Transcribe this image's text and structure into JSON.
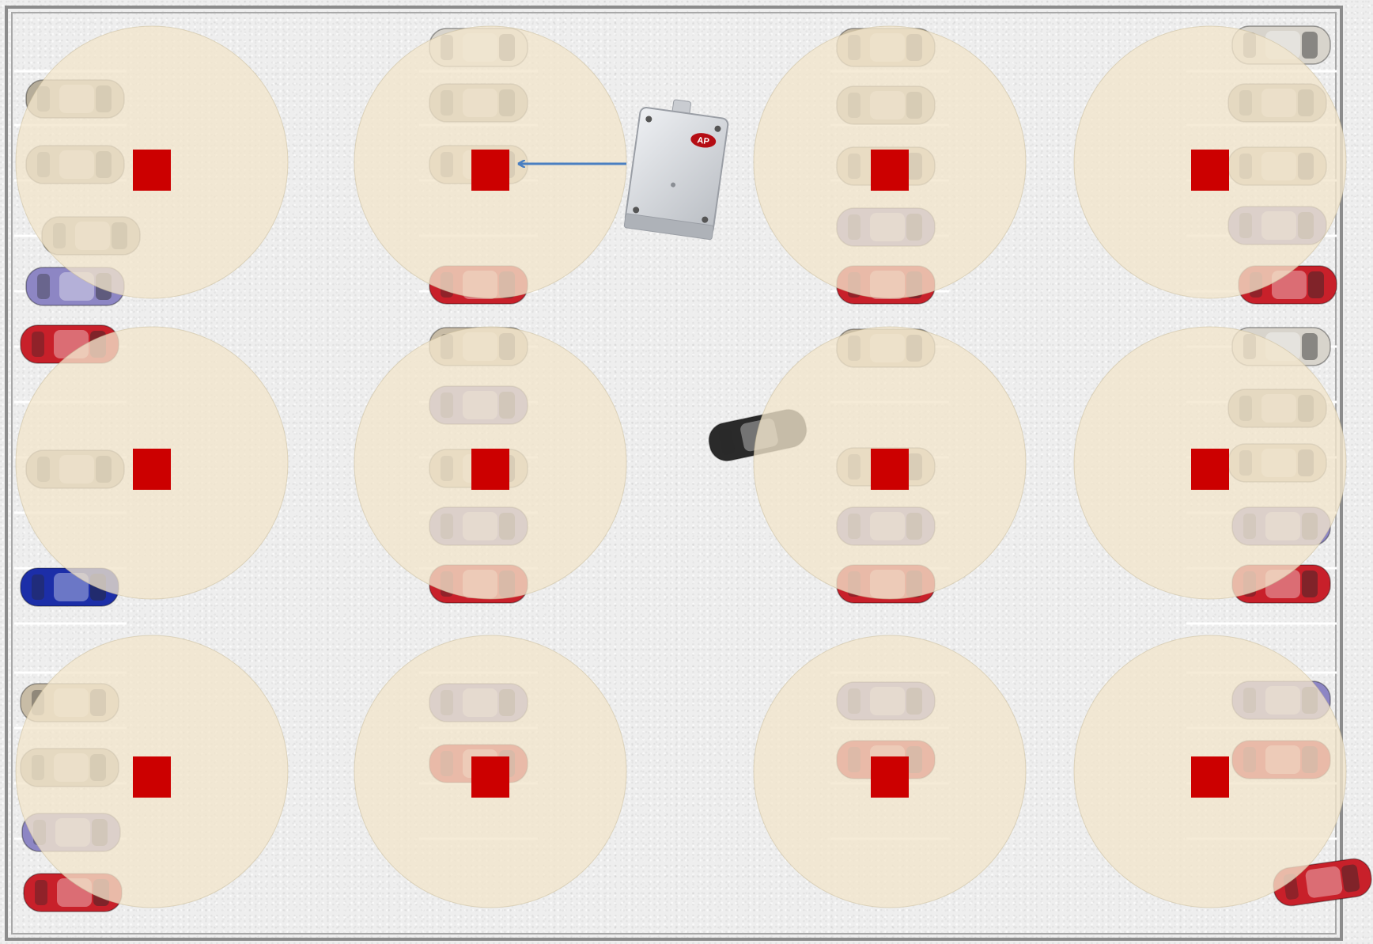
{
  "colors": {
    "sensor": "#cc0000",
    "coverage": "#f2e6cc",
    "arrow": "#4a7fc1",
    "lot_border": "#8c8c8c",
    "bay_line": "#ffffff"
  },
  "detector": {
    "icon": "gas-detector-device-icon",
    "badge_text": "AP"
  },
  "layout_meta": {
    "sensor_count": 12,
    "rows": 3,
    "columns": 4
  }
}
